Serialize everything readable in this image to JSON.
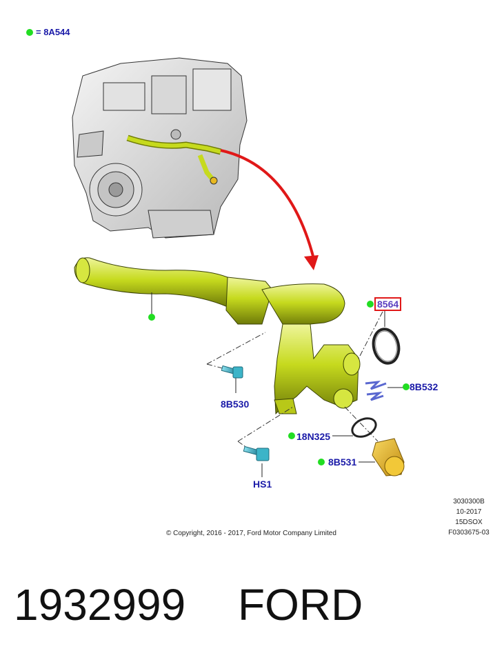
{
  "legend": {
    "code": "= 8A544"
  },
  "parts": {
    "seal_8564": "8564",
    "clip_8B532": "8B532",
    "bolt_8B530": "8B530",
    "oring_18N325": "18N325",
    "housing_8B531": "8B531",
    "bolt_HS1": "HS1"
  },
  "footer": {
    "code1": "3030300B",
    "date": "10-2017",
    "model": "15DSOX",
    "figure": "F0303675-03",
    "copyright": "© Copyright, 2016 - 2017, Ford Motor Company Limited"
  },
  "caption": {
    "part_number": "1932999",
    "brand": "FORD"
  },
  "colors": {
    "accent_green": "#22dd22",
    "label_blue": "#1a1aa8",
    "arrow_red": "#e01818",
    "part_green": "#c8dc1e",
    "bolt_cyan": "#3cb4c8",
    "clip_blue": "#6a78d8",
    "housing_yellow": "#e8b820"
  }
}
